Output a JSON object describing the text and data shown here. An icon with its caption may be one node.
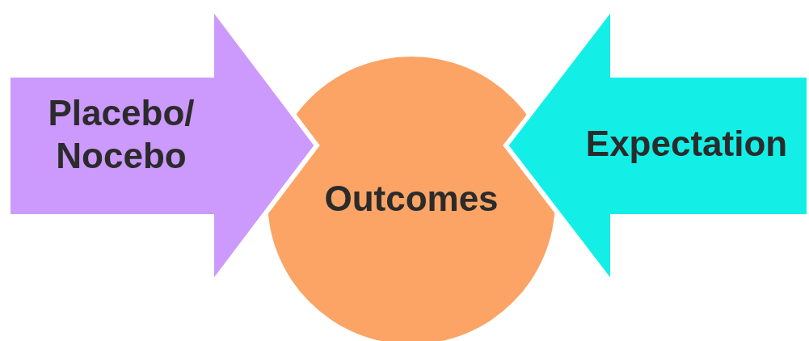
{
  "diagram": {
    "nodes": [
      {
        "text": [
          "Placebo/ Nocebo"
        ]
      },
      {
        "text": [
          "Outcomes"
        ]
      },
      {
        "text": [
          "Expectation"
        ]
      }
    ]
  }
}
